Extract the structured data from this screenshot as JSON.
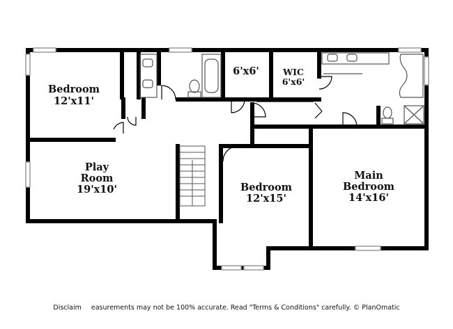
{
  "rooms": {
    "bedroom_nw": {
      "name": "Bedroom",
      "size": "12'x11'"
    },
    "play_room": {
      "name_line1": "Play",
      "name_line2": "Room",
      "size": "19'x10'"
    },
    "closet": {
      "size": "6'x6'"
    },
    "wic": {
      "name": "WIC",
      "size": "6'x6'"
    },
    "bedroom_center": {
      "name": "Bedroom",
      "size": "12'x15'"
    },
    "main_bedroom": {
      "name_line1": "Main",
      "name_line2": "Bedroom",
      "size": "14'x16'"
    }
  },
  "disclaimer": {
    "part1": "Disclaim",
    "part2": "easurements may not be 100% accurate. Read \"Terms & Conditions\" carefully. © PlanOmatic"
  },
  "colors": {
    "wall": "#000000",
    "fixture": "#555555",
    "window": "#9a9a9a",
    "background": "#ffffff"
  }
}
